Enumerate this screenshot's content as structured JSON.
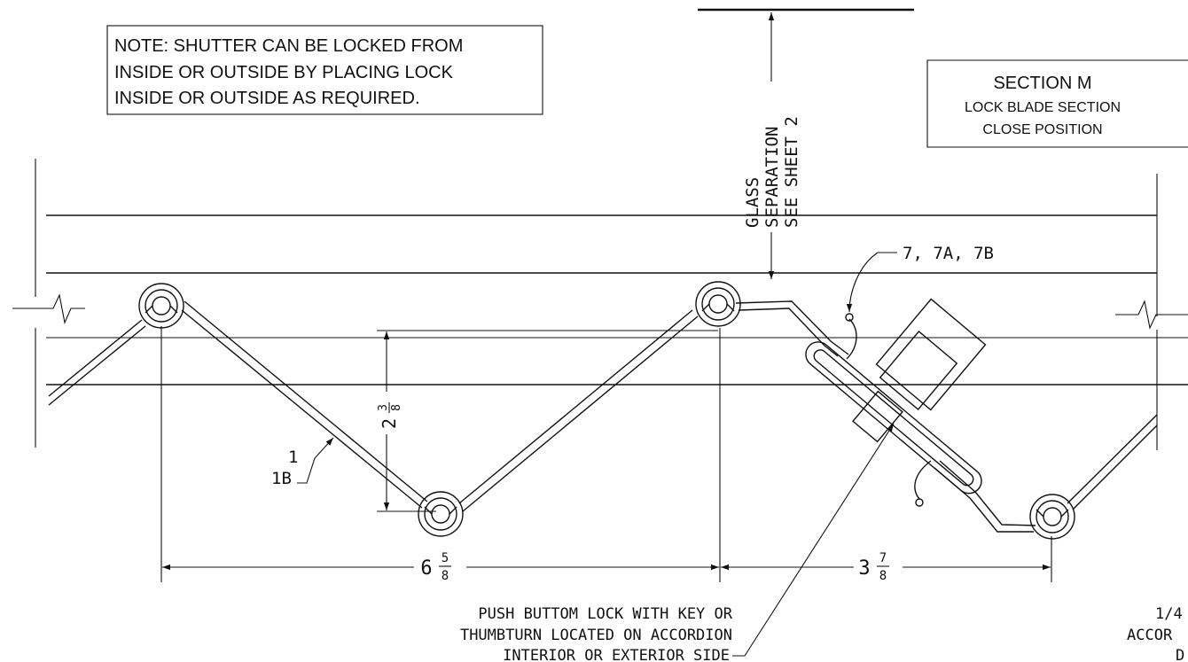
{
  "note": {
    "lines": [
      "NOTE: SHUTTER CAN BE LOCKED FROM",
      "INSIDE OR OUTSIDE BY PLACING LOCK",
      "INSIDE OR OUTSIDE AS REQUIRED."
    ]
  },
  "section": {
    "title": "SECTION M",
    "sub1": "LOCK BLADE SECTION",
    "sub2": "CLOSE POSITION"
  },
  "glass": {
    "lines": [
      "GLASS",
      "SEPARATION",
      "SEE SHEET 2"
    ]
  },
  "callouts": {
    "parts": "7, 7A, 7B",
    "blade_1": "1",
    "blade_1b": "1B"
  },
  "dimensions": {
    "height_whole": "2",
    "height_num": "3",
    "height_den": "8",
    "pitch_left_whole": "6",
    "pitch_left_num": "5",
    "pitch_left_den": "8",
    "pitch_right_whole": "3",
    "pitch_right_num": "7",
    "pitch_right_den": "8"
  },
  "lock_note": {
    "lines": [
      "PUSH BUTTOM LOCK WITH KEY OR",
      "THUMBTURN LOCATED ON ACCORDION",
      "INTERIOR OR EXTERIOR SIDE"
    ]
  },
  "cut_note": {
    "lines": [
      "1/4",
      "ACCOR",
      "D"
    ]
  }
}
